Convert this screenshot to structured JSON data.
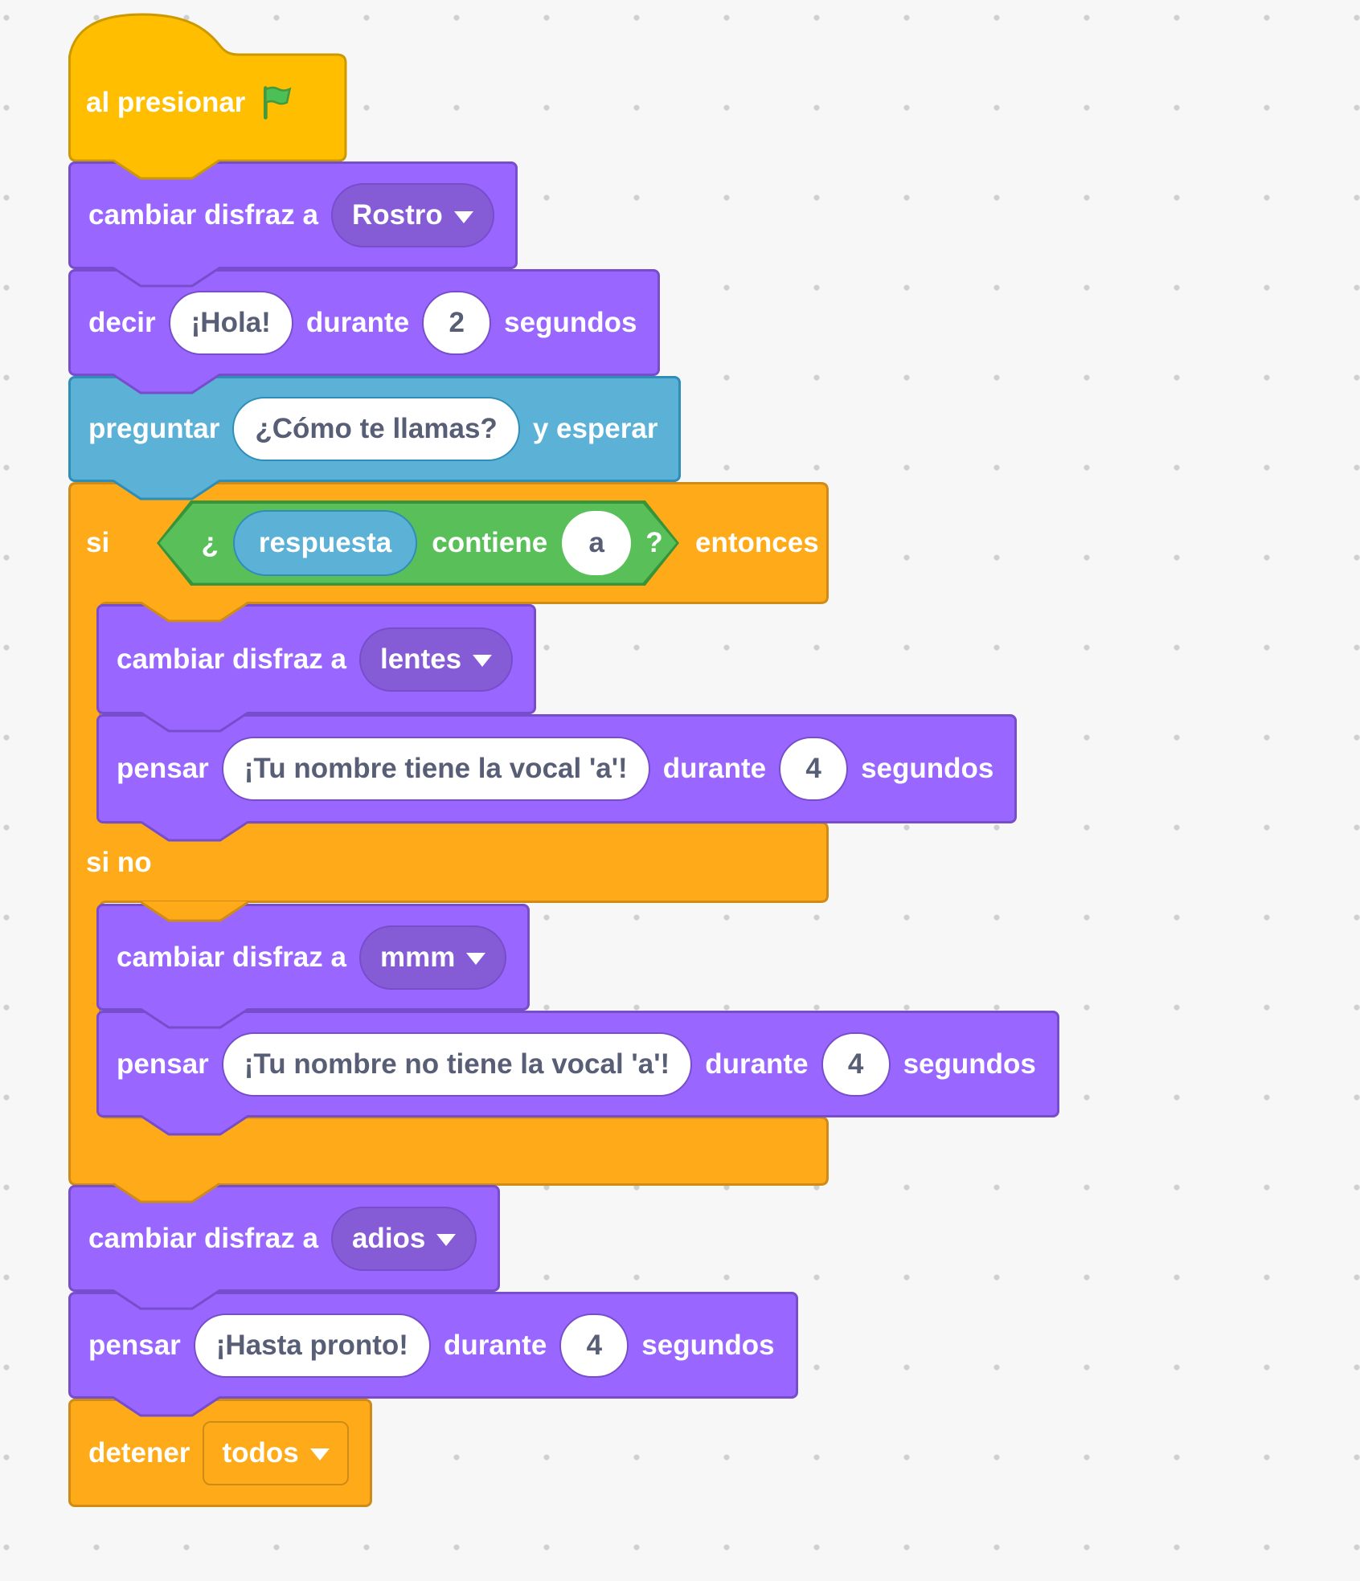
{
  "workspace": {
    "background_color": "#F7F7F7",
    "dot_color": "#D0D0D0"
  },
  "colors": {
    "events_fill": "#FFBF00",
    "events_border": "#CC9900",
    "looks_fill": "#9966FF",
    "looks_border": "#774DCB",
    "looks_dropdown": "#855CD6",
    "sensing_fill": "#5CB1D6",
    "sensing_border": "#2E8EB8",
    "control_fill": "#FFAB19",
    "control_border": "#CF8B17",
    "operators_fill": "#59C059",
    "operators_border": "#389438",
    "value_text": "#575E75",
    "flag_green": "#4CBF56"
  },
  "script": {
    "hat": {
      "label": "al presionar",
      "icon": "green-flag"
    },
    "switch_costume_1": {
      "label": "cambiar disfraz a",
      "value": "Rostro"
    },
    "say": {
      "label": "decir",
      "text": "¡Hola!",
      "label_durante": "durante",
      "seconds": "2",
      "label_segundos": "segundos"
    },
    "ask": {
      "label": "preguntar",
      "question": "¿Cómo te llamas?",
      "label_wait": "y esperar"
    },
    "if_else": {
      "label_si": "si",
      "label_entonces": "entonces",
      "label_si_no": "si no",
      "condition": {
        "prefix": "¿",
        "reporter": "respuesta",
        "label": "contiene",
        "value": "a",
        "suffix": "?"
      }
    },
    "switch_costume_2": {
      "label": "cambiar disfraz a",
      "value": "lentes"
    },
    "think_1": {
      "label": "pensar",
      "text": "¡Tu nombre tiene la vocal 'a'!",
      "label_durante": "durante",
      "seconds": "4",
      "label_segundos": "segundos"
    },
    "switch_costume_3": {
      "label": "cambiar disfraz a",
      "value": "mmm"
    },
    "think_2": {
      "label": "pensar",
      "text": "¡Tu nombre no tiene la vocal 'a'!",
      "label_durante": "durante",
      "seconds": "4",
      "label_segundos": "segundos"
    },
    "switch_costume_4": {
      "label": "cambiar disfraz a",
      "value": "adios"
    },
    "think_3": {
      "label": "pensar",
      "text": "¡Hasta pronto!",
      "label_durante": "durante",
      "seconds": "4",
      "label_segundos": "segundos"
    },
    "stop": {
      "label": "detener",
      "value": "todos"
    }
  }
}
